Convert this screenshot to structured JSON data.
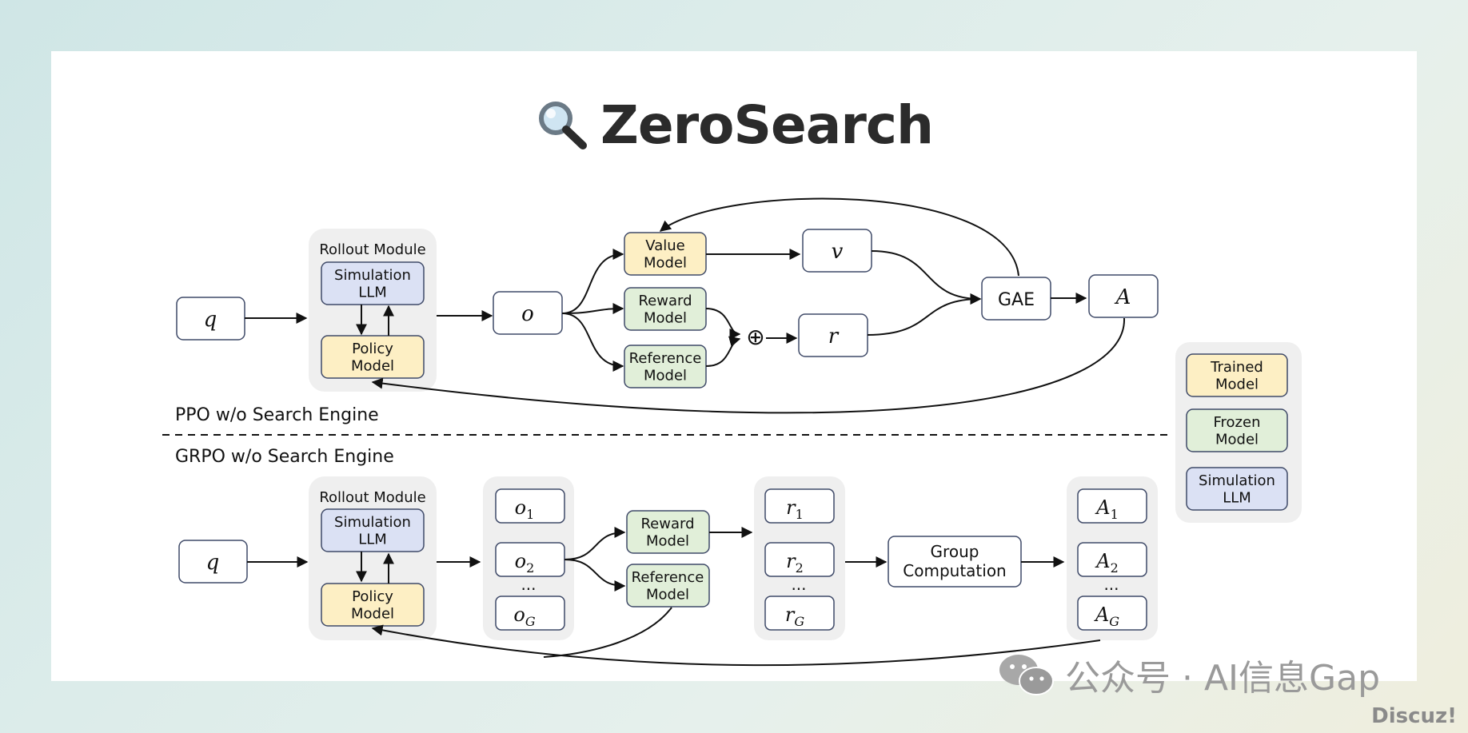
{
  "title": {
    "icon": "magnifier-icon",
    "text": "ZeroSearch"
  },
  "ppo": {
    "section_label": "PPO w/o Search Engine",
    "query": "q",
    "rollout": {
      "title": "Rollout Module",
      "sim": "Simulation\nLLM",
      "policy": "Policy\nModel"
    },
    "output": "o",
    "value_model": "Value\nModel",
    "reward_model": "Reward\nModel",
    "reference_model": "Reference\nModel",
    "v": "v",
    "r": "r",
    "plus": "⊕",
    "gae": "GAE",
    "advantage": "A"
  },
  "grpo": {
    "section_label": "GRPO w/o Search Engine",
    "query": "q",
    "rollout": {
      "title": "Rollout Module",
      "sim": "Simulation\nLLM",
      "policy": "Policy\nModel"
    },
    "outputs": [
      {
        "base": "o",
        "sub": "1"
      },
      {
        "base": "o",
        "sub": "2"
      },
      {
        "base": "o",
        "sub": "G"
      }
    ],
    "reward_model": "Reward\nModel",
    "reference_model": "Reference\nModel",
    "rewards": [
      {
        "base": "r",
        "sub": "1"
      },
      {
        "base": "r",
        "sub": "2"
      },
      {
        "base": "r",
        "sub": "G"
      }
    ],
    "group": "Group\nComputation",
    "advantages": [
      {
        "base": "A",
        "sub": "1"
      },
      {
        "base": "A",
        "sub": "2"
      },
      {
        "base": "A",
        "sub": "G"
      }
    ],
    "ellipsis": "..."
  },
  "legend": {
    "trained": "Trained\nModel",
    "frozen": "Frozen\nModel",
    "simulation": "Simulation\nLLM"
  },
  "colors": {
    "trained": "#fdefc4",
    "frozen": "#e1efd9",
    "simulation": "#dbe1f4",
    "stroke": "#3f4a68",
    "panel": "#efefef"
  },
  "watermark": {
    "icon": "wechat-icon",
    "text": "公众号 · AI信息Gap",
    "corner": "Discuz!"
  }
}
